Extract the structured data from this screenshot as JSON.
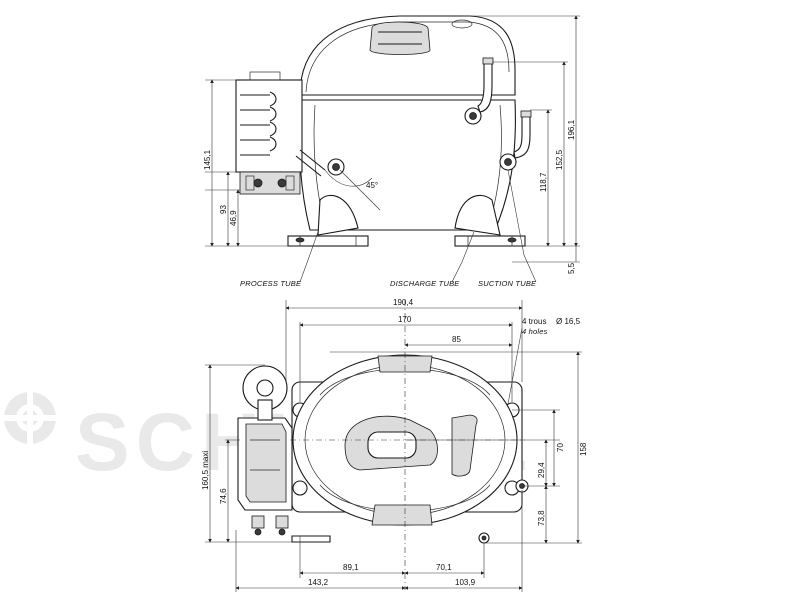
{
  "watermark": {
    "text": "SCHIESSL"
  },
  "labels": {
    "process_tube": "PROCESS TUBE",
    "discharge_tube": "DISCHARGE TUBE",
    "suction_tube": "SUCTION TUBE",
    "angle": "45°",
    "holes_fr": "4 trous",
    "holes_dia": "Ø 16,5",
    "holes_en": "4 holes"
  },
  "dimensions": {
    "left_145_1": "145,1",
    "left_93": "93",
    "left_46_9": "46,9",
    "right_196_1": "196,1",
    "right_152_5": "152,5",
    "right_118_7": "118,7",
    "right_5_5": "5,5",
    "top_190_4": "190,4",
    "top_170": "170",
    "top_85": "85",
    "right_158": "158",
    "right_70": "70",
    "right_29_4": "29,4",
    "right_73_8": "73,8",
    "left_160_5": "160,5 maxi",
    "left_74_6": "74,6",
    "bottom_89_1": "89,1",
    "bottom_70_1": "70,1",
    "bottom_143_2": "143,2",
    "bottom_103_9": "103,9"
  }
}
